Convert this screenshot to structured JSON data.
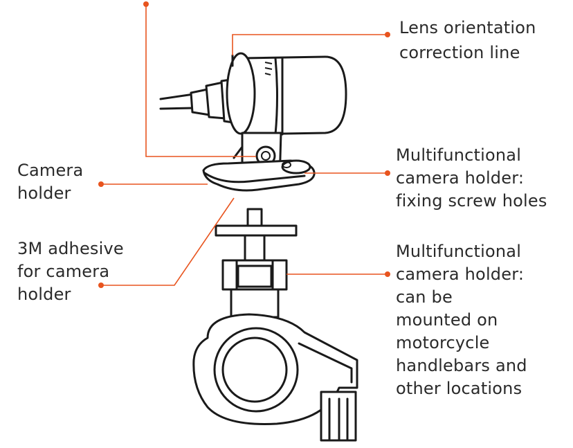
{
  "accent_color": "#e8541e",
  "ink_color": "#1a1a1a",
  "labels": {
    "lens": [
      "Lens orientation",
      "correction line"
    ],
    "camera_holder": [
      "Camera",
      "holder"
    ],
    "adhesive": [
      "3M adhesive",
      "for camera",
      "holder"
    ],
    "screw_holes": [
      "Multifunctional",
      "camera holder:",
      "fixing screw holes"
    ],
    "mount": [
      "Multifunctional",
      "camera holder:",
      "can be",
      "mounted on",
      "motorcycle",
      "handlebars and",
      "other locations"
    ]
  }
}
